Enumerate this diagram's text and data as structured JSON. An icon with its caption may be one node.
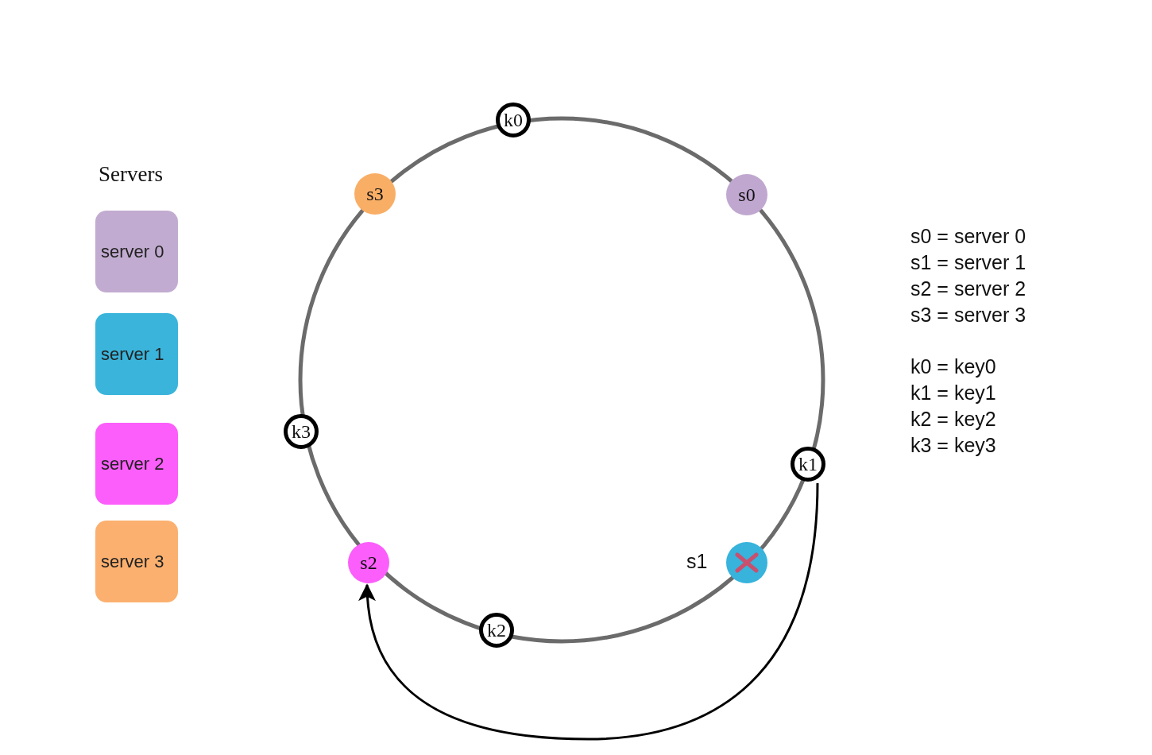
{
  "diagram": {
    "nodes": [
      {
        "text": [
          "k0"
        ]
      },
      {
        "text": [
          "s3"
        ]
      },
      {
        "text": [
          "s0"
        ]
      },
      {
        "text": [
          "k3"
        ]
      },
      {
        "text": [
          "k1"
        ]
      },
      {
        "text": [
          "s2"
        ]
      },
      {
        "text": [],
        "shape": "circle",
        "beside": [
          "s1"
        ]
      },
      {
        "text": [
          "k2"
        ]
      }
    ],
    "edges": [
      {
        "from": 4,
        "to": 5,
        "arrow": "to"
      }
    ],
    "labels": [
      "Servers",
      "s0 = server 0",
      "s1 = server 1",
      "s2 = server 2",
      "s3 = server 3",
      "k0 = key0",
      "k1 = key1",
      "k2 = key2",
      "k3 = key3"
    ],
    "legend": [
      {
        "text": "server 0",
        "color": "#c2abd0"
      },
      {
        "text": "server 1",
        "color": "#3ab4db"
      },
      {
        "text": "server 2",
        "color": "#fb5efa"
      },
      {
        "text": "server 3",
        "color": "#fbb06f"
      }
    ]
  }
}
